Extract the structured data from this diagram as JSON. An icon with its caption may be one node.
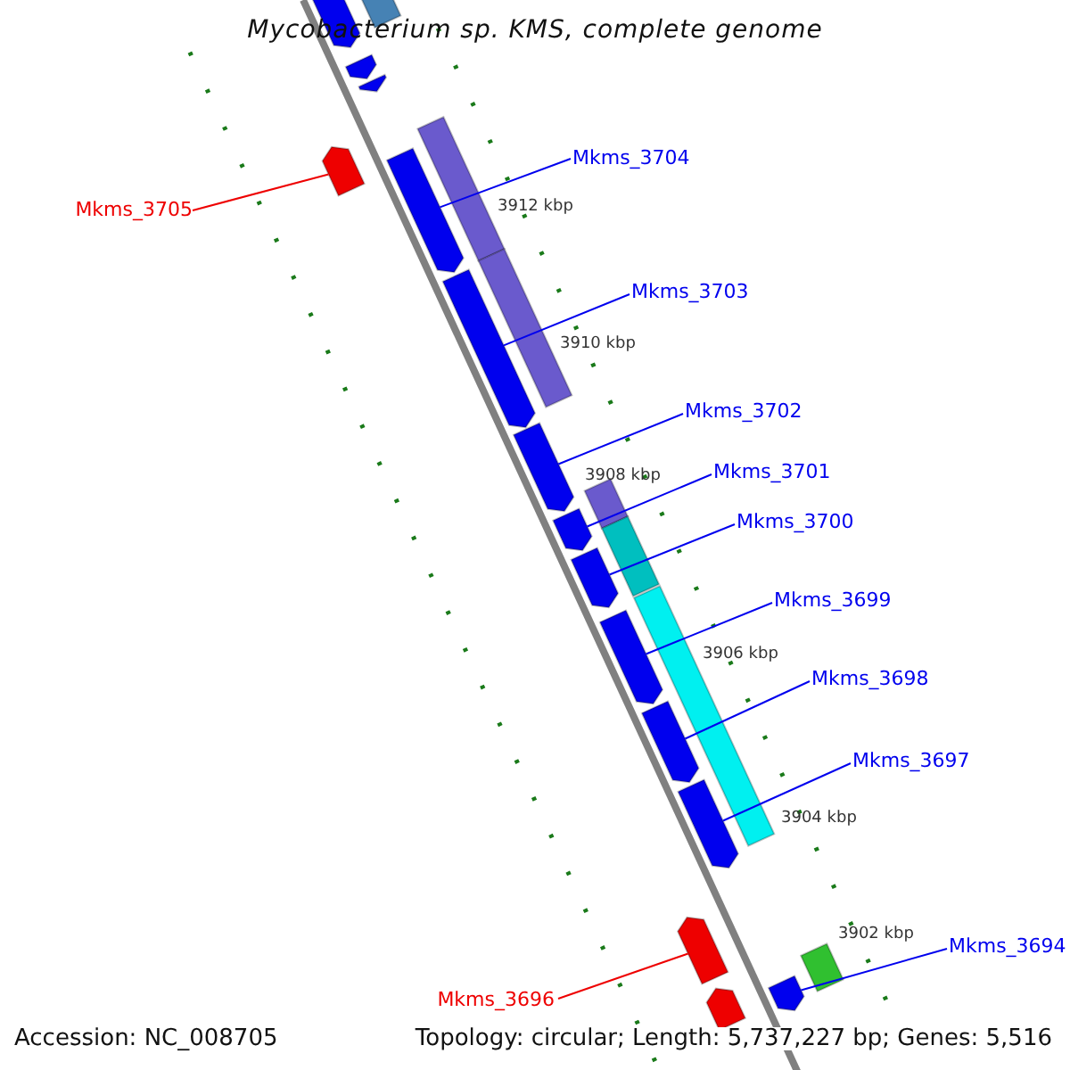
{
  "diagram": {
    "title": "Mycobacterium sp. KMS, complete genome",
    "nodes": [
      {
        "text": [
          "Mkms_3704"
        ]
      },
      {
        "text": [
          "Mkms_3705"
        ]
      },
      {
        "text": [
          "Mkms_3703"
        ]
      },
      {
        "text": [
          "Mkms_3702"
        ]
      },
      {
        "text": [
          "Mkms_3701"
        ]
      },
      {
        "text": [
          "Mkms_3700"
        ]
      },
      {
        "text": [
          "Mkms_3699"
        ]
      },
      {
        "text": [
          "Mkms_3698"
        ]
      },
      {
        "text": [
          "Mkms_3697"
        ]
      },
      {
        "text": [
          "Mkms_3694"
        ]
      },
      {
        "text": [
          "Mkms_3696"
        ]
      },
      {
        "text": [],
        "shape": "arrow"
      },
      {
        "text": [],
        "shape": "box"
      },
      {
        "text": [],
        "shape": "arrow"
      },
      {
        "text": [],
        "shape": "arrow"
      },
      {
        "text": [],
        "shape": "arrow"
      },
      {
        "text": [],
        "shape": "arrow"
      },
      {
        "text": [],
        "shape": "box"
      },
      {
        "text": [],
        "shape": "arrow"
      },
      {
        "text": [],
        "shape": "box"
      },
      {
        "text": [],
        "shape": "arrow"
      },
      {
        "text": [],
        "shape": "arrow"
      },
      {
        "text": [],
        "shape": "box"
      },
      {
        "text": [],
        "shape": "arrow"
      },
      {
        "text": [],
        "shape": "box"
      },
      {
        "text": [],
        "shape": "arrow"
      },
      {
        "text": [],
        "shape": "box"
      },
      {
        "text": [],
        "shape": "arrow"
      },
      {
        "text": [],
        "shape": "arrow"
      },
      {
        "text": [],
        "shape": "arrow"
      },
      {
        "text": [],
        "shape": "arrow"
      },
      {
        "text": [],
        "shape": "arrow"
      },
      {
        "text": [],
        "shape": "box"
      }
    ],
    "edges": [
      {
        "from": 0,
        "to": 16,
        "arrow": "none"
      },
      {
        "from": 1,
        "to": 15,
        "arrow": "none",
        "color": "#ee0000"
      },
      {
        "from": 2,
        "to": 18,
        "arrow": "none"
      },
      {
        "from": 3,
        "to": 20,
        "arrow": "none"
      },
      {
        "from": 4,
        "to": 21,
        "arrow": "none"
      },
      {
        "from": 5,
        "to": 23,
        "arrow": "none"
      },
      {
        "from": 6,
        "to": 25,
        "arrow": "none"
      },
      {
        "from": 7,
        "to": 27,
        "arrow": "none"
      },
      {
        "from": 8,
        "to": 28,
        "arrow": "none"
      },
      {
        "from": 9,
        "to": 31,
        "arrow": "none"
      },
      {
        "from": 10,
        "to": 29,
        "arrow": "none",
        "color": "#ee0000"
      }
    ],
    "labels": [
      "3912 kbp",
      "3910 kbp",
      "3908 kbp",
      "3906 kbp",
      "3904 kbp",
      "3902 kbp",
      "Accession: NC_008705",
      "Topology: circular; Length: 5,737,227 bp; Genes: 5,516"
    ]
  }
}
